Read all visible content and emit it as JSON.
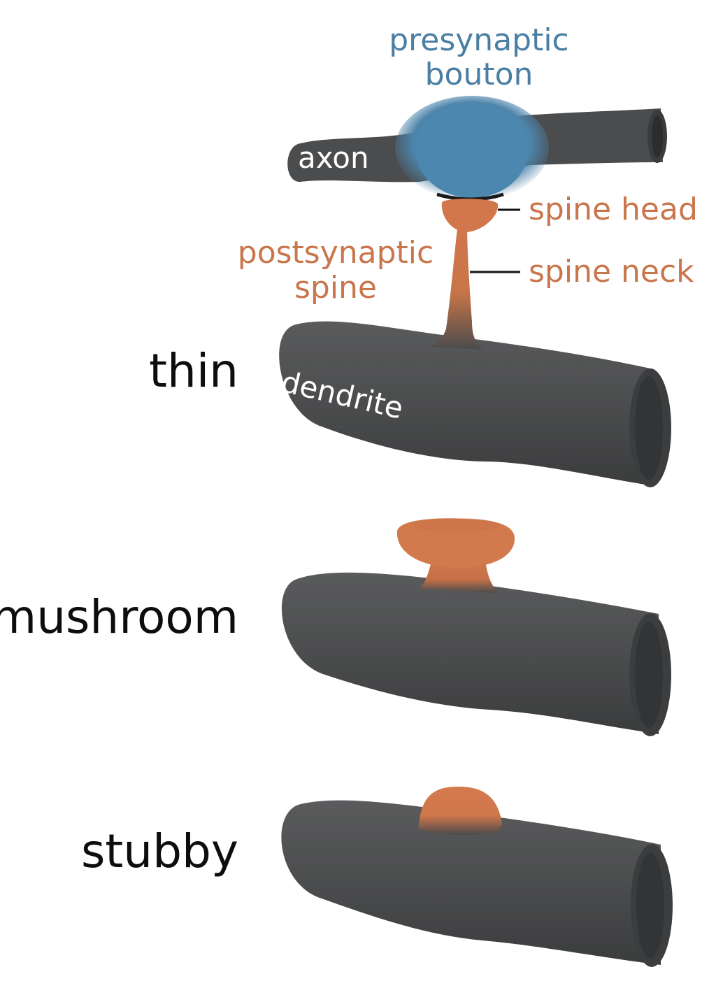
{
  "labels": {
    "presynaptic_bouton": "presynaptic bouton",
    "axon": "axon",
    "spine_head": "spine head",
    "spine_neck": "spine neck",
    "postsynaptic_spine": "postsynaptic spine",
    "dendrite": "dendrite"
  },
  "spine_types": [
    "thin",
    "mushroom",
    "stubby"
  ],
  "colors": {
    "dendrite": "#4a4b4c",
    "axon": "#4a4b4c",
    "bouton": "#4d86ad",
    "spine": "#d2774c",
    "text_blue": "#4a7fa3",
    "text_orange": "#c9764c",
    "text_black": "#0d0d0d"
  }
}
